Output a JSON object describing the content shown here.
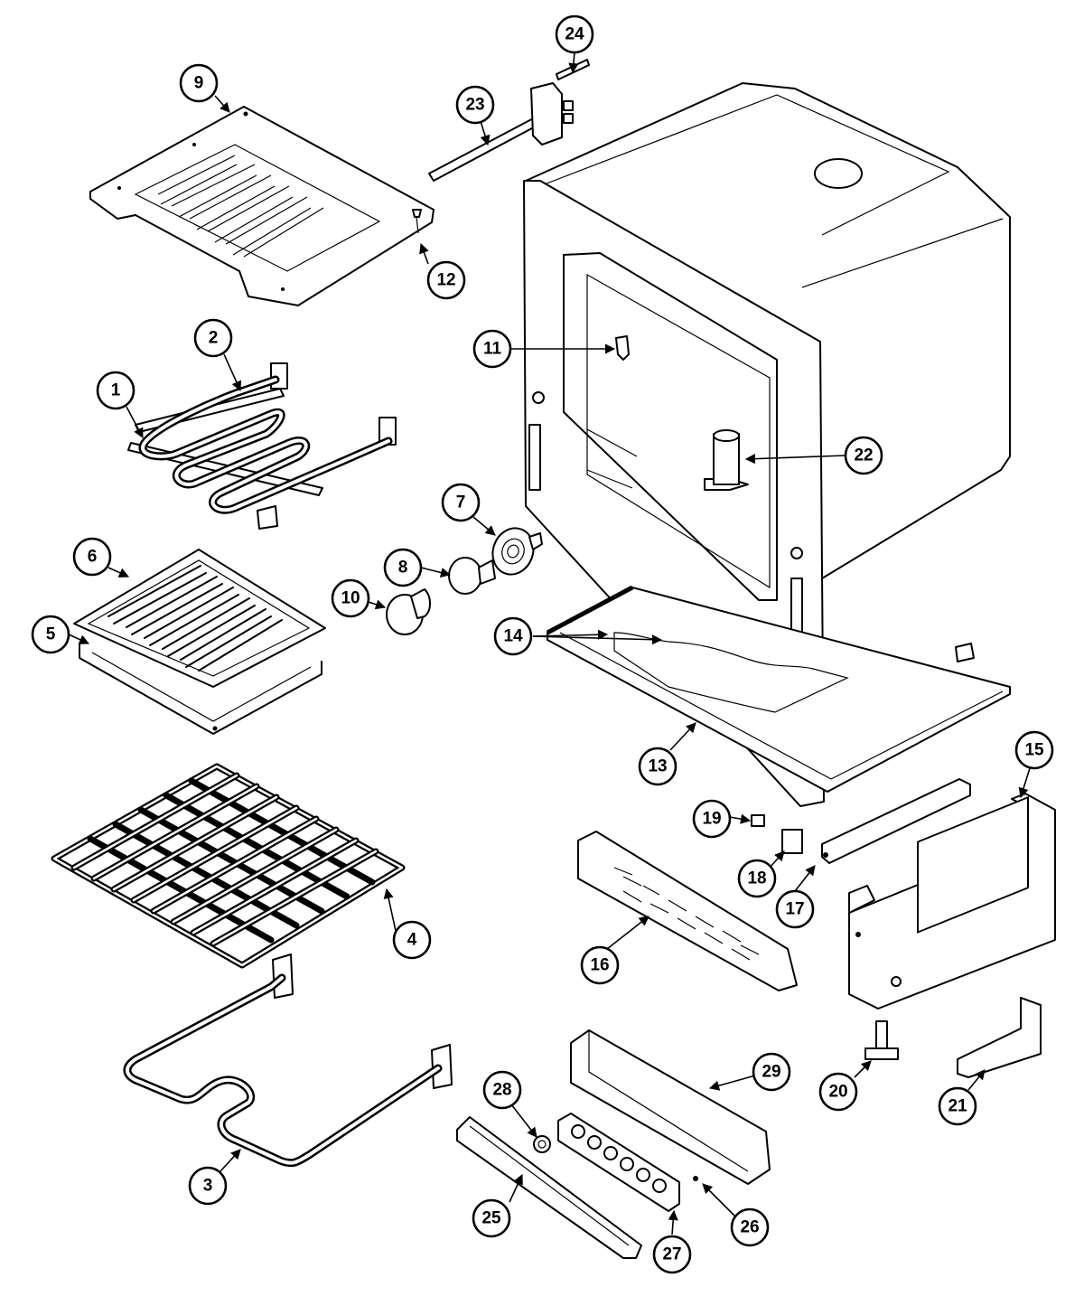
{
  "colors": {
    "line": "#000000",
    "background": "#ffffff"
  },
  "callouts": [
    {
      "id": "1",
      "label": "1"
    },
    {
      "id": "2",
      "label": "2"
    },
    {
      "id": "3",
      "label": "3"
    },
    {
      "id": "4",
      "label": "4"
    },
    {
      "id": "5",
      "label": "5"
    },
    {
      "id": "6",
      "label": "6"
    },
    {
      "id": "7",
      "label": "7"
    },
    {
      "id": "8",
      "label": "8"
    },
    {
      "id": "9",
      "label": "9"
    },
    {
      "id": "10",
      "label": "10"
    },
    {
      "id": "11",
      "label": "11"
    },
    {
      "id": "12",
      "label": "12"
    },
    {
      "id": "13",
      "label": "13"
    },
    {
      "id": "14",
      "label": "14"
    },
    {
      "id": "15",
      "label": "15"
    },
    {
      "id": "16",
      "label": "16"
    },
    {
      "id": "17",
      "label": "17"
    },
    {
      "id": "18",
      "label": "18"
    },
    {
      "id": "19",
      "label": "19"
    },
    {
      "id": "20",
      "label": "20"
    },
    {
      "id": "21",
      "label": "21"
    },
    {
      "id": "22",
      "label": "22"
    },
    {
      "id": "23",
      "label": "23"
    },
    {
      "id": "24",
      "label": "24"
    },
    {
      "id": "25",
      "label": "25"
    },
    {
      "id": "26",
      "label": "26"
    },
    {
      "id": "27",
      "label": "27"
    },
    {
      "id": "28",
      "label": "28"
    },
    {
      "id": "29",
      "label": "29"
    }
  ]
}
